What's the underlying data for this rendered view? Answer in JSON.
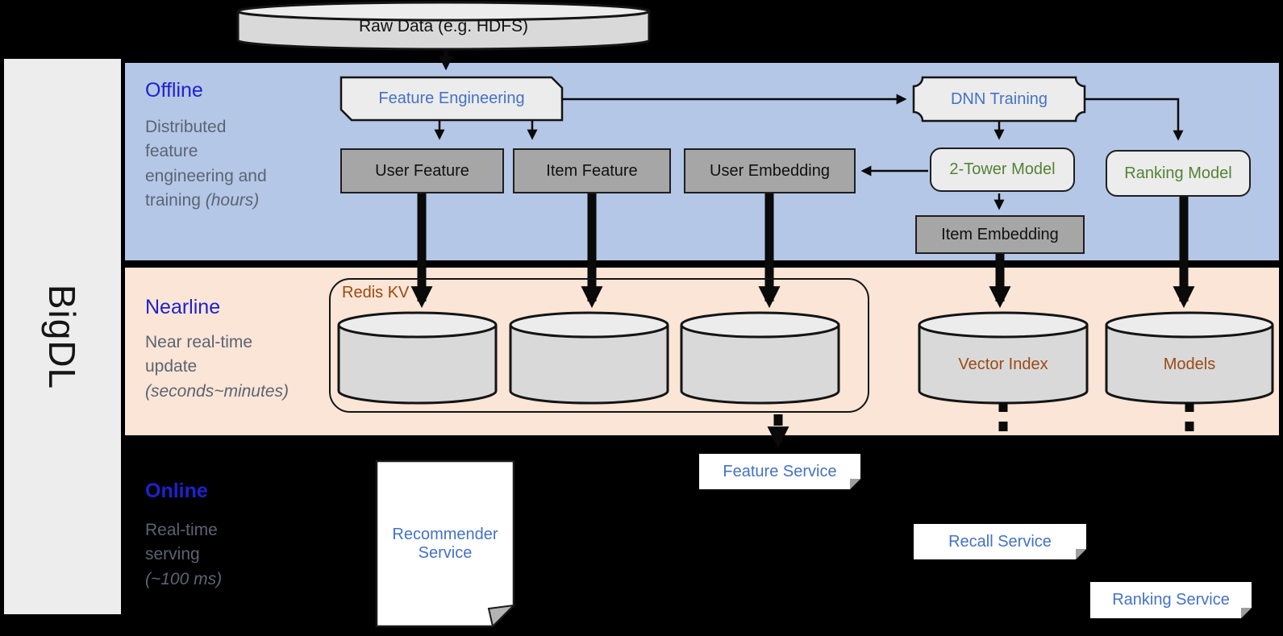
{
  "brand": {
    "name": "BigDL"
  },
  "raw_data": {
    "label": "Raw Data (e.g. HDFS)"
  },
  "sections": {
    "offline": {
      "label": "Offline",
      "desc": "Distributed feature engineering and training",
      "desc_italic": "(hours)"
    },
    "nearline": {
      "label": "Nearline",
      "desc": "Near real-time update",
      "desc_italic": "(seconds~minutes)"
    },
    "online": {
      "label": "Online",
      "desc": "Real-time serving",
      "desc_italic": "(~100 ms)"
    }
  },
  "offline_nodes": {
    "feature_engineering": "Feature Engineering",
    "dnn_training": "DNN Training",
    "user_feature": "User Feature",
    "item_feature": "Item Feature",
    "user_embedding": "User Embedding",
    "two_tower_model": "2-Tower Model",
    "ranking_model": "Ranking Model",
    "item_embedding": "Item Embedding"
  },
  "nearline_nodes": {
    "redis_kv": "Redis KV",
    "vector_index": "Vector Index",
    "models": "Models"
  },
  "online_nodes": {
    "recommender_service": "Recommender Service",
    "feature_service": "Feature Service",
    "recall_service": "Recall Service",
    "ranking_service": "Ranking Service"
  },
  "colors": {
    "page_bg": "#000000",
    "offline_bg": "#b4c7e7",
    "nearline_bg": "#fbe5d6",
    "sidebar_bg": "#ededed",
    "section_label": "#1e22cc",
    "desc_text": "#5b6472",
    "node_blue": "#4472c4",
    "node_green": "#548235",
    "node_brown": "#9a4a12",
    "box_gray": "#a6a6a6",
    "shape_light": "#ececec",
    "cylinder_fill": "#d9d9d9"
  }
}
